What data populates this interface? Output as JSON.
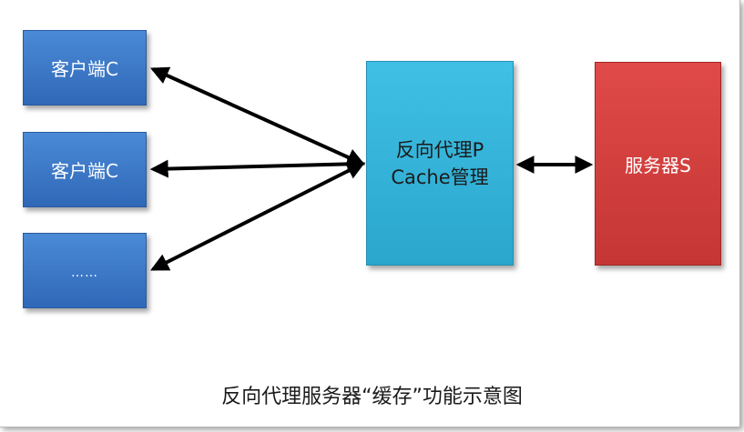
{
  "clients": [
    {
      "label": "客户端C"
    },
    {
      "label": "客户端C"
    },
    {
      "label": "……"
    }
  ],
  "proxy": {
    "label": "反向代理P\nCache管理"
  },
  "server": {
    "label": "服务器S"
  },
  "caption": "反向代理服务器“缓存”功能示意图",
  "colors": {
    "client": "#3a74c4",
    "proxy": "#34b2d8",
    "server": "#d43f3d",
    "arrow": "#000000"
  }
}
